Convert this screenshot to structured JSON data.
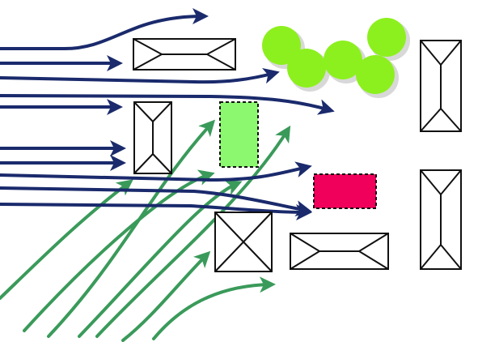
{
  "colors": {
    "background": "#ffffff",
    "wind_flow_blue": "#1a2a6c",
    "wind_flow_green": "#3a9a5a",
    "tree_fill": "#8cf01e",
    "tree_highlight": "#a8ff40",
    "tree_shadow": "#d8d8d8",
    "green_zone_fill": "#8cf870",
    "red_zone_fill": "#f0005a",
    "building_stroke": "#111111",
    "zone_border": "#111111"
  },
  "icons": {
    "wind_arrow": "arrow-icon",
    "tree": "tree-canopy-icon",
    "building": "building-roof-icon"
  },
  "legend": {
    "blue_arrows": "wind-flow-westerly",
    "green_arrows": "wind-flow-southwesterly",
    "green_rect": "green-space-zone",
    "red_rect": "heat-zone"
  }
}
